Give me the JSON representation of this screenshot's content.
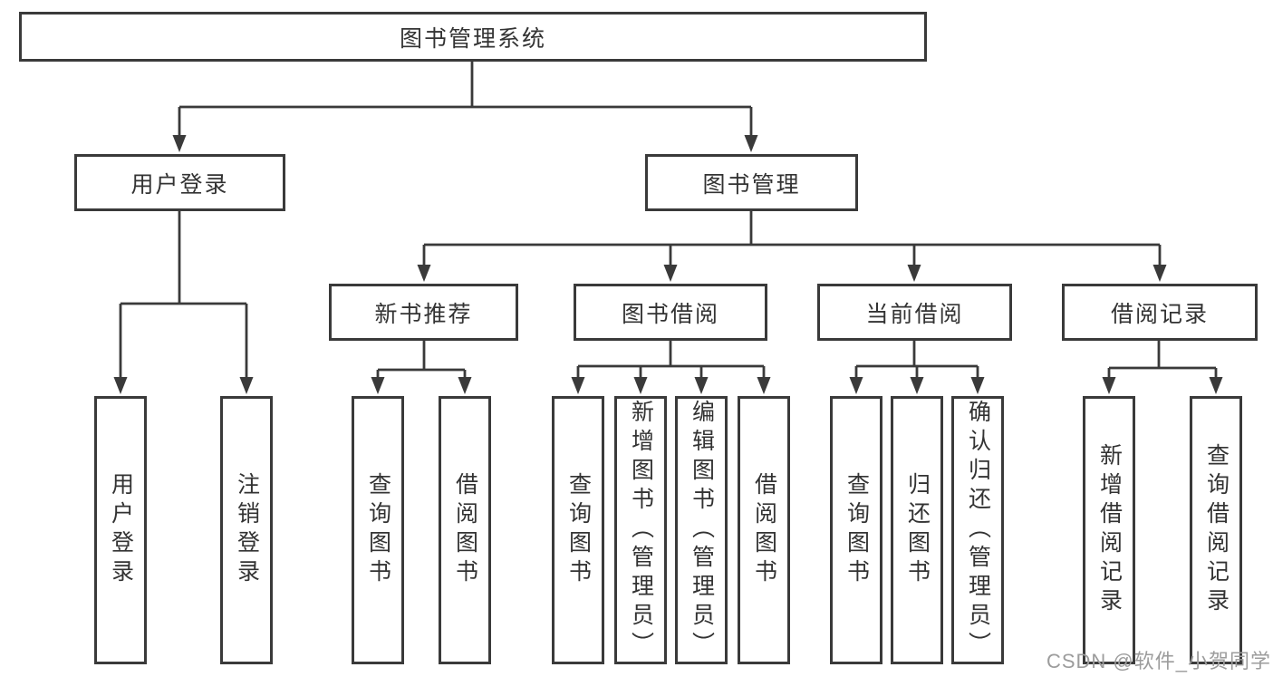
{
  "diagram": {
    "root": {
      "label": "图书管理系统"
    },
    "user_login": {
      "label": "用户登录",
      "children": [
        {
          "label": "用户登录"
        },
        {
          "label": "注销登录"
        }
      ]
    },
    "book_management": {
      "label": "图书管理",
      "sections": [
        {
          "label": "新书推荐",
          "children": [
            {
              "label": "查询图书"
            },
            {
              "label": "借阅图书"
            }
          ]
        },
        {
          "label": "图书借阅",
          "children": [
            {
              "label": "查询图书"
            },
            {
              "label": "新增图书（管理员）"
            },
            {
              "label": "编辑图书（管理员）"
            },
            {
              "label": "借阅图书"
            }
          ]
        },
        {
          "label": "当前借阅",
          "children": [
            {
              "label": "查询图书"
            },
            {
              "label": "归还图书"
            },
            {
              "label": "确认归还（管理员）"
            }
          ]
        },
        {
          "label": "借阅记录",
          "children": [
            {
              "label": "新增借阅记录"
            },
            {
              "label": "查询借阅记录"
            }
          ]
        }
      ]
    },
    "watermark": "CSDN @软件_小贺同学",
    "colors": {
      "line": "#3a3a3a",
      "text": "#333333",
      "background": "#ffffff",
      "watermark": "#9c9c9c"
    }
  }
}
